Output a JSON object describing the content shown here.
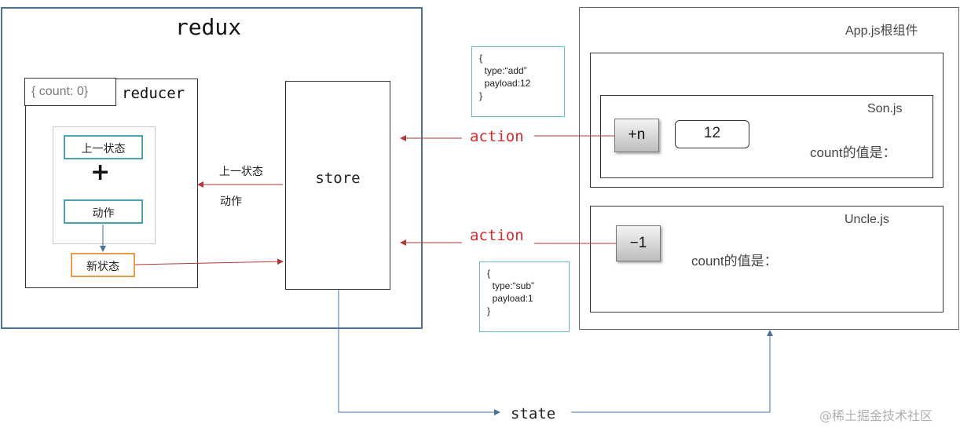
{
  "redux": {
    "title": "redux",
    "reducer_label": "reducer",
    "initial_state": "{ count: 0}",
    "prev_state": "上一状态",
    "plus": "+",
    "action": "动作",
    "new_state": "新状态"
  },
  "store": {
    "label": "store",
    "arrow_prev_state": "上一状态",
    "arrow_action": "动作"
  },
  "payloads": {
    "add": "{\n  type:“add”\n  payload:12\n}",
    "sub": "{\n  type:“sub”\n  payload:1\n}"
  },
  "actions": {
    "top": "action",
    "bottom": "action"
  },
  "app": {
    "title": "App.js根组件",
    "son": {
      "title": "Son.js",
      "button": "+n",
      "input_value": "12",
      "count_label": "count的值是："
    },
    "uncle": {
      "title": "Uncle.js",
      "button": "−1",
      "count_label": "count的值是："
    }
  },
  "state_label": "state",
  "watermark": "@稀土掘金技术社区",
  "colors": {
    "redux_border": "#4a7199",
    "teal": "#4aa3b3",
    "orange": "#e79a4c",
    "action_text": "#d62b2b",
    "action_arrow": "#b23a3a",
    "state_arrow": "#4a7199"
  }
}
